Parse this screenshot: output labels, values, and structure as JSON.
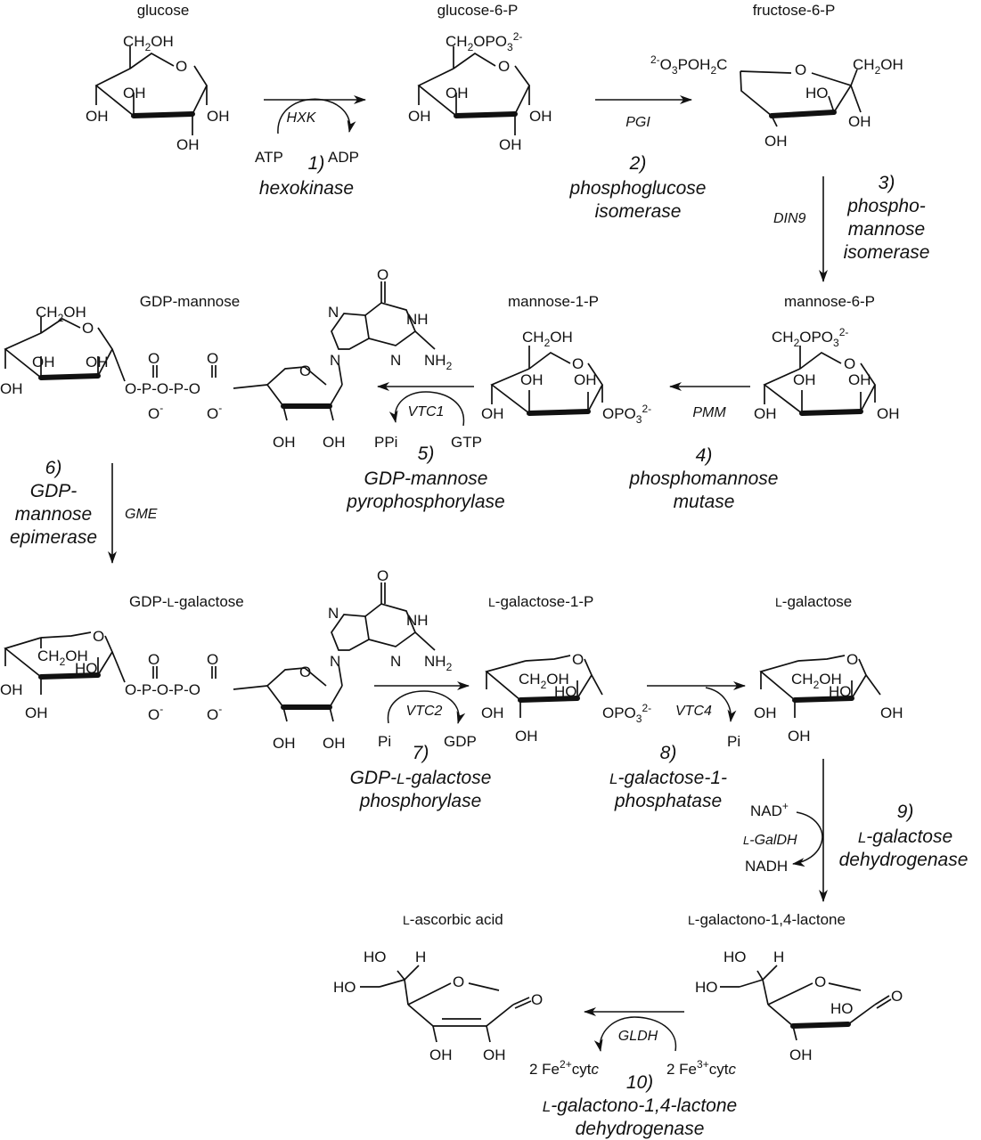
{
  "compounds": {
    "glucose": "glucose",
    "glucose6p": "glucose-6-P",
    "fructose6p": "fructose-6-P",
    "gdp_mannose": "GDP-mannose",
    "mannose1p": "mannose-1-P",
    "mannose6p": "mannose-6-P",
    "gdp_lgal_prefix": "GDP-",
    "gdp_lgal_l": "L",
    "gdp_lgal_suffix": "-galactose",
    "lgal1p_l": "L",
    "lgal1p_suffix": "-galactose-1-P",
    "lgal_l": "L",
    "lgal_suffix": "-galactose",
    "lascorbic_l": "L",
    "lascorbic_suffix": "-ascorbic acid",
    "lgalactono_l": "L",
    "lgalactono_suffix": "-galactono-1,4-lactone"
  },
  "reactions": [
    {
      "id": 1,
      "enzyme_abbr": "HXK",
      "number": "1)",
      "name_lines": [
        "hexokinase"
      ],
      "cofactor_in": "ATP",
      "cofactor_out": "ADP"
    },
    {
      "id": 2,
      "enzyme_abbr": "PGI",
      "number": "2)",
      "name_lines": [
        "phosphoglucose",
        "isomerase"
      ]
    },
    {
      "id": 3,
      "enzyme_abbr": "DIN9",
      "number": "3)",
      "name_lines": [
        "phospho-",
        "mannose",
        "isomerase"
      ]
    },
    {
      "id": 4,
      "enzyme_abbr": "PMM",
      "number": "4)",
      "name_lines": [
        "phosphomannose",
        "mutase"
      ]
    },
    {
      "id": 5,
      "enzyme_abbr": "VTC1",
      "number": "5)",
      "name_lines": [
        "GDP-mannose",
        "pyrophosphorylase"
      ],
      "cofactor_in": "GTP",
      "cofactor_out": "PPi"
    },
    {
      "id": 6,
      "enzyme_abbr": "GME",
      "number": "6)",
      "name_lines": [
        "GDP-",
        "mannose",
        "epimerase"
      ]
    },
    {
      "id": 7,
      "enzyme_abbr": "VTC2",
      "number": "7)",
      "name_lines": [
        "GDP-L-galactose",
        "phosphorylase"
      ],
      "cofactor_in": "Pi",
      "cofactor_out": "GDP"
    },
    {
      "id": 8,
      "enzyme_abbr": "VTC4",
      "number": "8)",
      "name_lines": [
        "L-galactose-1-",
        "phosphatase"
      ],
      "cofactor_out": "Pi"
    },
    {
      "id": 9,
      "enzyme_abbr": "L-GalDH",
      "number": "9)",
      "name_lines": [
        "L-galactose",
        "dehydrogenase"
      ],
      "cofactor_in": "NAD+",
      "cofactor_out": "NADH"
    },
    {
      "id": 10,
      "enzyme_abbr": "GLDH",
      "number": "10)",
      "name_lines": [
        "L-galactono-1,4-lactone",
        "dehydrogenase"
      ],
      "cofactor_in": "2 Fe3+cytc",
      "cofactor_out": "2 Fe2+cytc"
    }
  ],
  "atoms": {
    "OH": "OH",
    "HO": "HO",
    "O": "O",
    "H": "H",
    "P": "P",
    "N": "N",
    "NH": "NH",
    "NH2": "NH",
    "CH2OH": "CH",
    "CH2OPO3": "CH",
    "OPO3": "OPO",
    "O3POH2C": "O",
    "sub2": "2",
    "sub3": "3",
    "sup2minus": "2-",
    "minus": "-",
    "O_dbl": "O"
  }
}
